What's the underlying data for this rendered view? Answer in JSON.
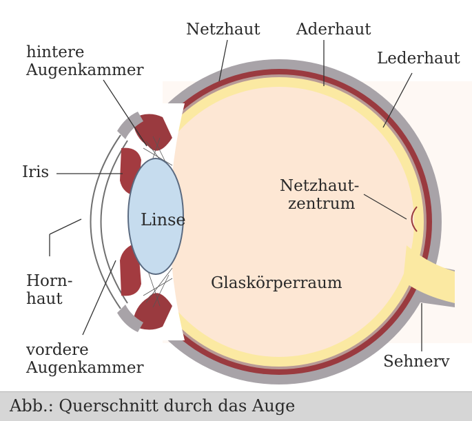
{
  "labels": {
    "netzhaut": "Netzhaut",
    "aderhaut": "Aderhaut",
    "lederhaut": "Lederhaut",
    "hintere_augenkammer": [
      "hintere",
      "Augenkammer"
    ],
    "iris": "Iris",
    "linse": "Linse",
    "netzhautzentrum": [
      "Netzhaut-",
      "zentrum"
    ],
    "hornhaut": [
      "Horn-",
      "haut"
    ],
    "glaskoerperraum": "Glaskörperraum",
    "vordere_augenkammer": [
      "vordere",
      "Augenkammer"
    ],
    "sehnerv": "Sehnerv"
  },
  "caption": "Abb.: Querschnitt durch das Auge",
  "colors": {
    "sclera": "#a8a3a8",
    "choroid": "#9a3a3f",
    "retina": "#fbe9a2",
    "vitreous": "#fde7d4",
    "lens": "#c6dcee",
    "iris": "#a33b40",
    "caption_bar": "#d6d6d6"
  }
}
